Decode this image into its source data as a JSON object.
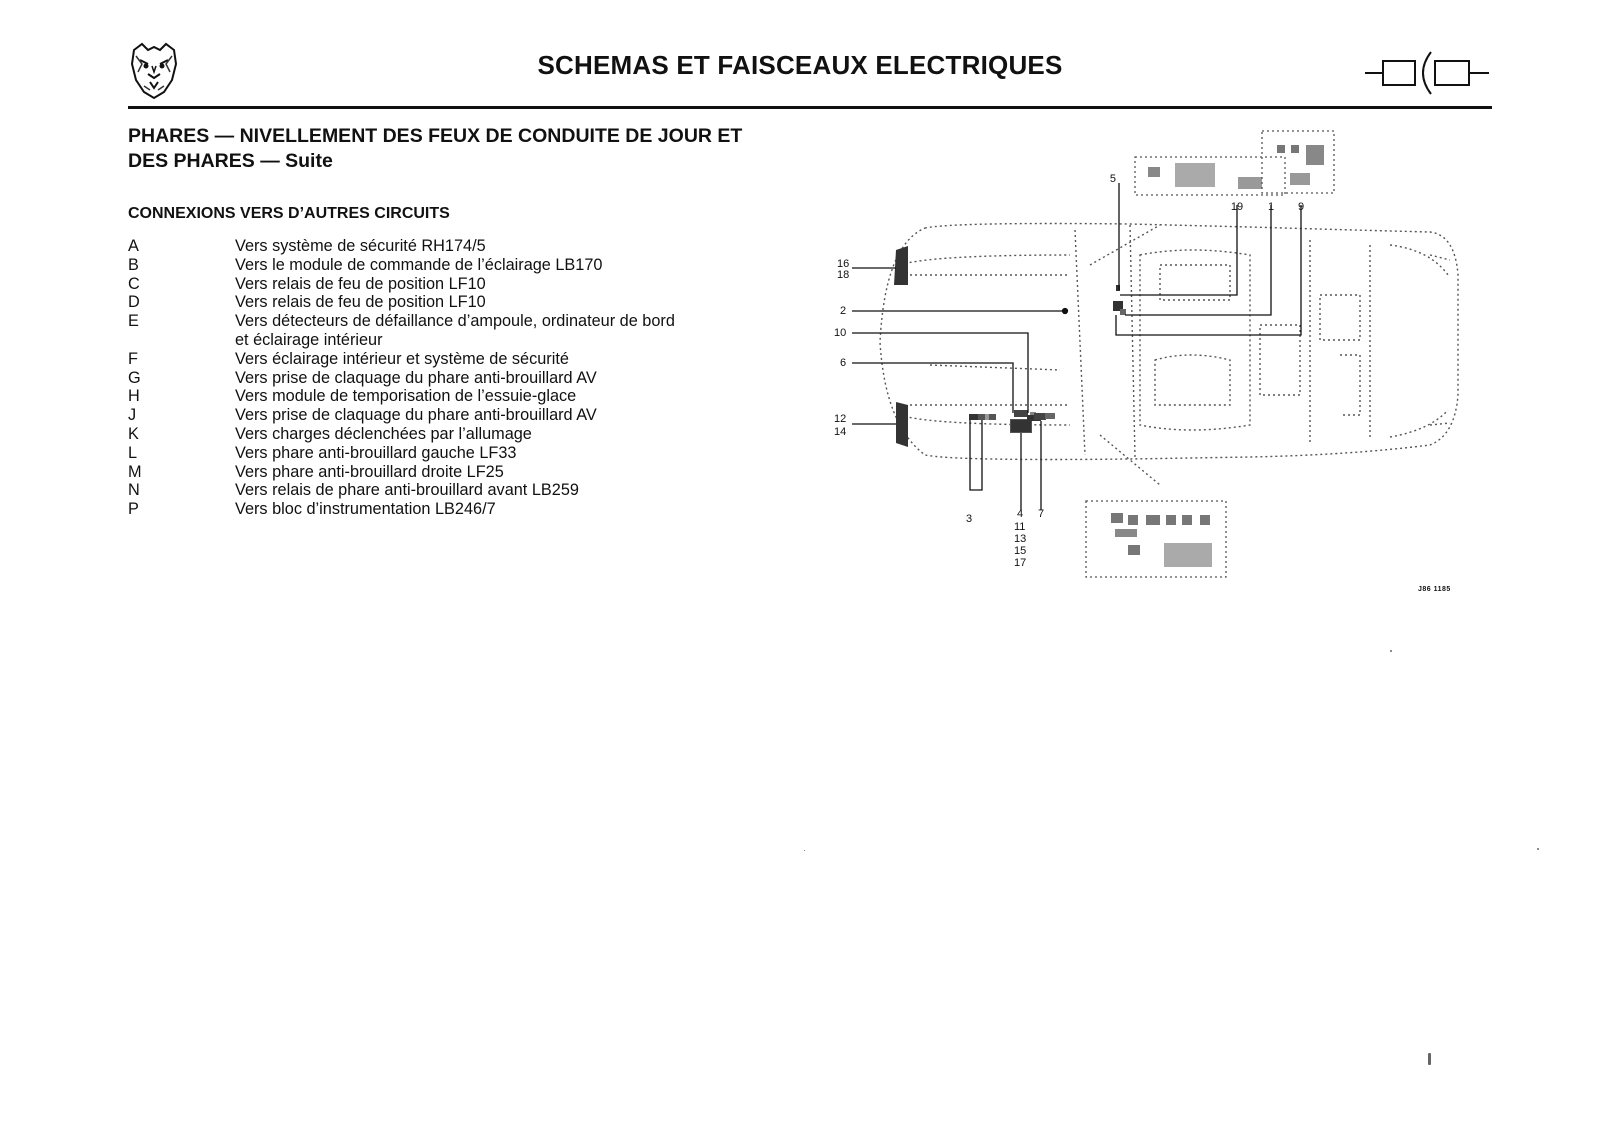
{
  "header": {
    "title": "SCHEMAS ET FAISCEAUX ELECTRIQUES",
    "logo_icon": "jaguar-head-logo",
    "connector_icon": "connector-plug-icon"
  },
  "section": {
    "title_line1": "PHARES — NIVELLEMENT DES FEUX DE CONDUITE DE JOUR ET",
    "title_line2": "DES PHARES — Suite",
    "connections_heading": "CONNEXIONS VERS D’AUTRES CIRCUITS"
  },
  "circuits": [
    {
      "letter": "A",
      "text": "Vers système de sécurité RH174/5"
    },
    {
      "letter": "B",
      "text": "Vers le module de commande de l’éclairage LB170"
    },
    {
      "letter": "C",
      "text": "Vers relais de feu de position LF10"
    },
    {
      "letter": "D",
      "text": "Vers relais de feu de position LF10"
    },
    {
      "letter": "E",
      "text": "Vers détecteurs de défaillance d’ampoule, ordinateur de bord\net éclairage intérieur"
    },
    {
      "letter": "F",
      "text": "Vers éclairage intérieur et système de sécurité"
    },
    {
      "letter": "G",
      "text": "Vers prise de claquage du phare anti-brouillard AV"
    },
    {
      "letter": "H",
      "text": "Vers module de temporisation de l’essuie-glace"
    },
    {
      "letter": "J",
      "text": "Vers prise de claquage du phare anti-brouillard AV"
    },
    {
      "letter": "K",
      "text": "Vers charges déclenchées par l’allumage"
    },
    {
      "letter": "L",
      "text": "Vers phare anti-brouillard gauche LF33"
    },
    {
      "letter": "M",
      "text": "Vers phare anti-brouillard droite LF25"
    },
    {
      "letter": "N",
      "text": "Vers relais de phare anti-brouillard avant LB259"
    },
    {
      "letter": "P",
      "text": "Vers bloc d’instrumentation LB246/7"
    }
  ],
  "diagram": {
    "callouts": {
      "c5": "5",
      "c19": "19",
      "c1": "1",
      "c9": "9",
      "c16": "16",
      "c18": "18",
      "c2": "2",
      "c10": "10",
      "c6": "6",
      "c12": "12",
      "c14": "14",
      "c3": "3",
      "c4": "4",
      "c7": "7",
      "c11": "11",
      "c13": "13",
      "c15": "15",
      "c17": "17"
    },
    "figure_ref": "J86 1185"
  }
}
